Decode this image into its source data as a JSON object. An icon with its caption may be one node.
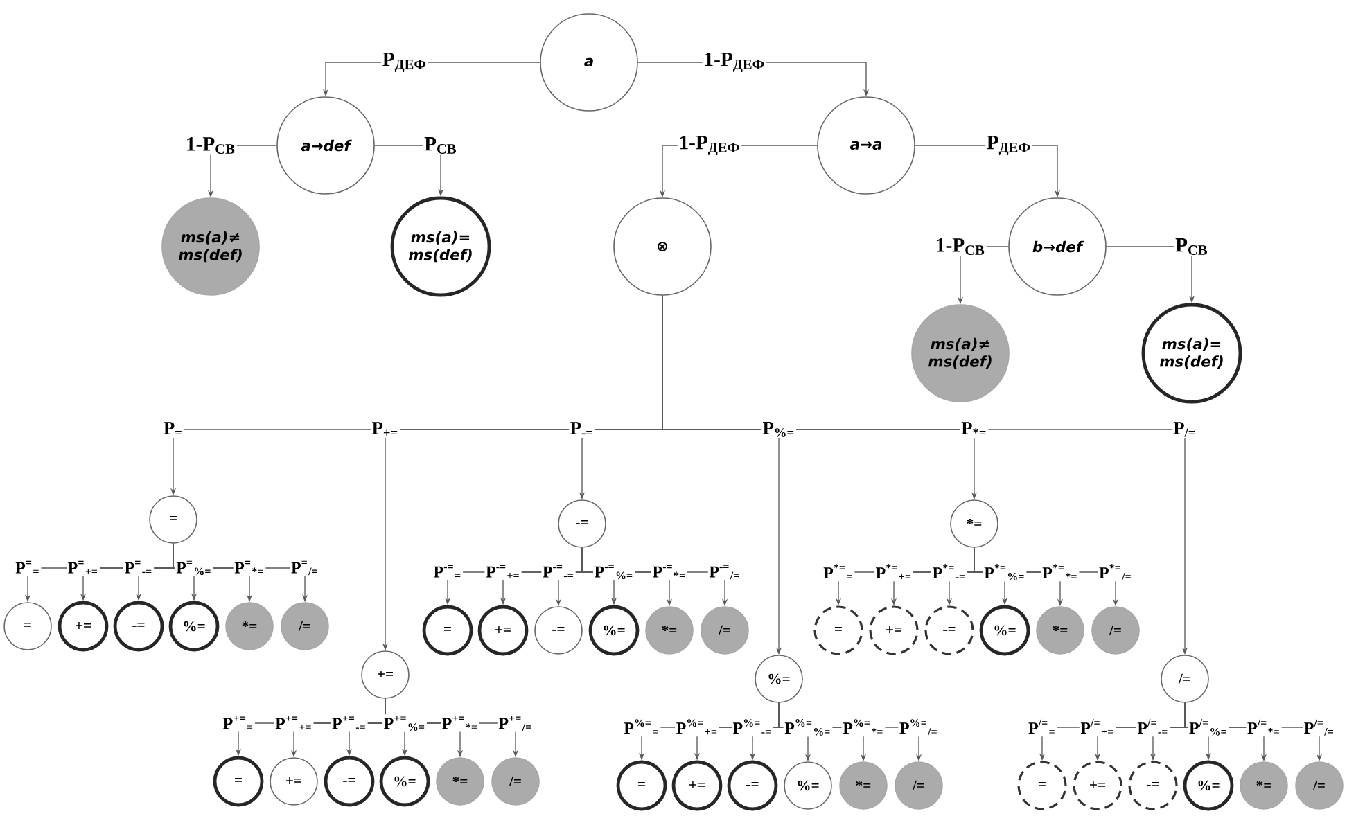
{
  "diagram": {
    "nodes": [
      {
        "text": [
          "a"
        ]
      },
      {
        "text": [
          "a→def"
        ]
      },
      {
        "text": [
          "a→a"
        ]
      },
      {
        "text": [
          "ms(a)≠ ms(def)"
        ]
      },
      {
        "text": [
          "ms(a)= ms(def)"
        ]
      },
      {
        "text": [
          "⊗"
        ]
      },
      {
        "text": [
          "b→def"
        ]
      },
      {
        "text": [
          "ms(a)≠ ms(def)"
        ]
      },
      {
        "text": [
          "ms(a)= ms(def)"
        ]
      },
      {
        "text": [
          "="
        ]
      },
      {
        "text": [
          "+="
        ]
      },
      {
        "text": [
          "-="
        ]
      },
      {
        "text": [
          "%="
        ]
      },
      {
        "text": [
          "*="
        ]
      },
      {
        "text": [
          "/="
        ]
      },
      {
        "text": [
          "="
        ]
      },
      {
        "text": [
          "+="
        ]
      },
      {
        "text": [
          "-="
        ]
      },
      {
        "text": [
          "%="
        ]
      },
      {
        "text": [
          "*="
        ]
      },
      {
        "text": [
          "/="
        ]
      },
      {
        "text": [
          "="
        ]
      },
      {
        "text": [
          "+="
        ]
      },
      {
        "text": [
          "-="
        ]
      },
      {
        "text": [
          "%="
        ]
      },
      {
        "text": [
          "*="
        ]
      },
      {
        "text": [
          "/="
        ]
      },
      {
        "text": [
          "="
        ]
      },
      {
        "text": [
          "+="
        ]
      },
      {
        "text": [
          "-="
        ]
      },
      {
        "text": [
          "%="
        ]
      },
      {
        "text": [
          "*="
        ]
      },
      {
        "text": [
          "/="
        ]
      },
      {
        "text": [
          "="
        ]
      },
      {
        "text": [
          "+="
        ]
      },
      {
        "text": [
          "-="
        ]
      },
      {
        "text": [
          "%="
        ]
      },
      {
        "text": [
          "*="
        ]
      },
      {
        "text": [
          "/="
        ]
      },
      {
        "text": [
          "="
        ]
      },
      {
        "text": [
          "+="
        ]
      },
      {
        "text": [
          "-="
        ]
      },
      {
        "text": [
          "%="
        ]
      },
      {
        "text": [
          "*="
        ]
      },
      {
        "text": [
          "/="
        ]
      },
      {
        "text": [
          "="
        ]
      },
      {
        "text": [
          "+="
        ]
      },
      {
        "text": [
          "-="
        ]
      },
      {
        "text": [
          "%="
        ]
      },
      {
        "text": [
          "*="
        ]
      },
      {
        "text": [
          "/="
        ]
      }
    ],
    "edges": [
      {
        "from": 0,
        "to": 1,
        "arrow": "to",
        "label": "P$_{ДЕФ}$"
      },
      {
        "from": 0,
        "to": 2,
        "arrow": "to",
        "label": "1-P$_{ДЕФ}$"
      },
      {
        "from": 1,
        "to": 3,
        "arrow": "to",
        "label": "1-P$_{СВ}$"
      },
      {
        "from": 1,
        "to": 4,
        "arrow": "to",
        "label": "P$_{СВ}$"
      },
      {
        "from": 2,
        "to": 5,
        "arrow": "to",
        "label": "1-P$_{ДЕФ}$"
      },
      {
        "from": 2,
        "to": 6,
        "arrow": "to",
        "label": "P$_{ДЕФ}$"
      },
      {
        "from": 6,
        "to": 7,
        "arrow": "to",
        "label": "1-P$_{СВ}$"
      },
      {
        "from": 6,
        "to": 8,
        "arrow": "to",
        "label": "P$_{СВ}$"
      },
      {
        "from": 5,
        "to": 9,
        "arrow": "to",
        "label": "P$_{=}$"
      },
      {
        "from": 5,
        "to": 10,
        "arrow": "to",
        "label": "P$_{+=}$"
      },
      {
        "from": 5,
        "to": 11,
        "arrow": "to",
        "label": "P$_{-=}$"
      },
      {
        "from": 5,
        "to": 12,
        "arrow": "to",
        "label": "P$_{%=}$"
      },
      {
        "from": 5,
        "to": 13,
        "arrow": "to",
        "label": "P$_{*=}$"
      },
      {
        "from": 5,
        "to": 14,
        "arrow": "to",
        "label": "P$_{/=}$"
      },
      {
        "from": 9,
        "to": 15,
        "arrow": "to",
        "label": "P$^{=}$$_{=}$"
      },
      {
        "from": 9,
        "to": 16,
        "arrow": "to",
        "label": "P$^{=}$$_{+=}$"
      },
      {
        "from": 9,
        "to": 17,
        "arrow": "to",
        "label": "P$^{=}$$_{-=}$"
      },
      {
        "from": 9,
        "to": 18,
        "arrow": "to",
        "label": "P$^{=}$$_{%=}$"
      },
      {
        "from": 9,
        "to": 19,
        "arrow": "to",
        "label": "P$^{=}$$_{*=}$"
      },
      {
        "from": 9,
        "to": 20,
        "arrow": "to",
        "label": "P$^{=}$$_{/=}$"
      },
      {
        "from": 10,
        "to": 21,
        "arrow": "to",
        "label": "P$^{+=}$$_{=}$"
      },
      {
        "from": 10,
        "to": 22,
        "arrow": "to",
        "label": "P$^{+=}$$_{+=}$"
      },
      {
        "from": 10,
        "to": 23,
        "arrow": "to",
        "label": "P$^{+=}$$_{-=}$"
      },
      {
        "from": 10,
        "to": 24,
        "arrow": "to",
        "label": "P$^{+=}$$_{%=}$"
      },
      {
        "from": 10,
        "to": 25,
        "arrow": "to",
        "label": "P$^{+=}$$_{*=}$"
      },
      {
        "from": 10,
        "to": 26,
        "arrow": "to",
        "label": "P$^{+=}$$_{/=}$"
      },
      {
        "from": 11,
        "to": 27,
        "arrow": "to",
        "label": "P$^{-=}$$_{=}$"
      },
      {
        "from": 11,
        "to": 28,
        "arrow": "to",
        "label": "P$^{-=}$$_{+=}$"
      },
      {
        "from": 11,
        "to": 29,
        "arrow": "to",
        "label": "P$^{-=}$$_{-=}$"
      },
      {
        "from": 11,
        "to": 30,
        "arrow": "to",
        "label": "P$^{-=}$$_{%=}$"
      },
      {
        "from": 11,
        "to": 31,
        "arrow": "to",
        "label": "P$^{-=}$$_{*=}$"
      },
      {
        "from": 11,
        "to": 32,
        "arrow": "to",
        "label": "P$^{-=}$$_{/=}$"
      },
      {
        "from": 12,
        "to": 33,
        "arrow": "to",
        "label": "P$^{%=}$$_{=}$"
      },
      {
        "from": 12,
        "to": 34,
        "arrow": "to",
        "label": "P$^{%=}$$_{+=}$"
      },
      {
        "from": 12,
        "to": 35,
        "arrow": "to",
        "label": "P$^{%=}$$_{-=}$"
      },
      {
        "from": 12,
        "to": 36,
        "arrow": "to",
        "label": "P$^{%=}$$_{%=}$"
      },
      {
        "from": 12,
        "to": 37,
        "arrow": "to",
        "label": "P$^{%=}$$_{*=}$"
      },
      {
        "from": 12,
        "to": 38,
        "arrow": "to",
        "label": "P$^{%=}$$_{/=}$"
      },
      {
        "from": 13,
        "to": 39,
        "arrow": "to",
        "label": "P$^{*=}$$_{=}$"
      },
      {
        "from": 13,
        "to": 40,
        "arrow": "to",
        "label": "P$^{*=}$$_{+=}$"
      },
      {
        "from": 13,
        "to": 41,
        "arrow": "to",
        "label": "P$^{*=}$$_{-=}$"
      },
      {
        "from": 13,
        "to": 42,
        "arrow": "to",
        "label": "P$^{*=}$$_{%=}$"
      },
      {
        "from": 13,
        "to": 43,
        "arrow": "to",
        "label": "P$^{*=}$$_{*=}$"
      },
      {
        "from": 13,
        "to": 44,
        "arrow": "to",
        "label": "P$^{*=}$$_{/=}$"
      },
      {
        "from": 14,
        "to": 45,
        "arrow": "to",
        "label": "P$^{/=}$$_{=}$"
      },
      {
        "from": 14,
        "to": 46,
        "arrow": "to",
        "label": "P$^{/=}$$_{+=}$"
      },
      {
        "from": 14,
        "to": 47,
        "arrow": "to",
        "label": "P$^{/=}$$_{-=}$"
      },
      {
        "from": 14,
        "to": 48,
        "arrow": "to",
        "label": "P$^{/=}$$_{%=}$"
      },
      {
        "from": 14,
        "to": 49,
        "arrow": "to",
        "label": "P$^{/=}$$_{*=}$"
      },
      {
        "from": 14,
        "to": 50,
        "arrow": "to",
        "label": "P$^{/=}$$_{/=}$"
      }
    ]
  }
}
